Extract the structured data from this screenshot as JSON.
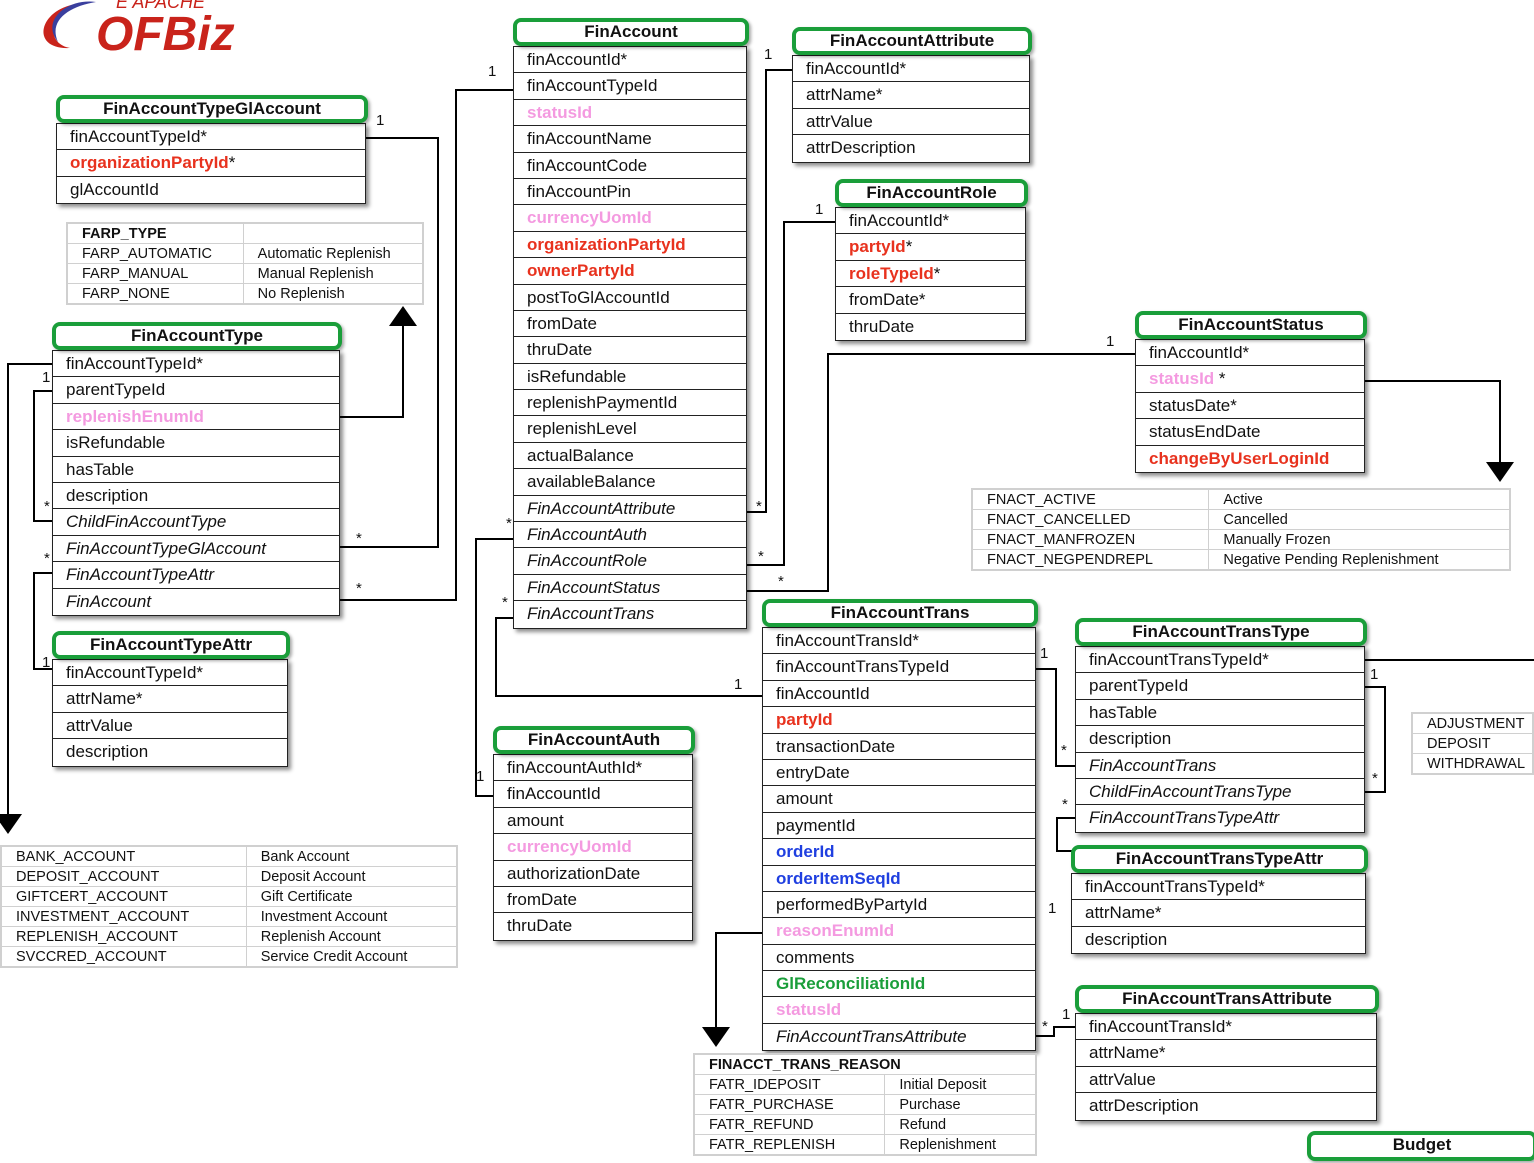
{
  "logo": {
    "small_text": "E APACHE",
    "brand_text": "OFBiz"
  },
  "entities": {
    "finAccountTypeGlAccount": {
      "title": "FinAccountTypeGlAccount",
      "rows": [
        {
          "text": "finAccountTypeId*"
        },
        {
          "text": "organizationPartyId",
          "suffix": "*"
        },
        {
          "text": "glAccountId"
        }
      ]
    },
    "finAccountType": {
      "title": "FinAccountType",
      "rows": [
        "finAccountTypeId*",
        "parentTypeId",
        "replenishEnumId",
        "isRefundable",
        "hasTable",
        "description",
        "ChildFinAccountType",
        "FinAccountTypeGlAccount",
        "FinAccountTypeAttr",
        "FinAccount"
      ]
    },
    "finAccountTypeAttr": {
      "title": "FinAccountTypeAttr",
      "rows": [
        "finAccountTypeId*",
        "attrName*",
        "attrValue",
        "description"
      ]
    },
    "finAccount": {
      "title": "FinAccount",
      "rows": [
        "finAccountId*",
        "finAccountTypeId",
        "statusId",
        "finAccountName",
        "finAccountCode",
        "finAccountPin",
        "currencyUomId",
        "organizationPartyId",
        "ownerPartyId",
        "postToGlAccountId",
        "fromDate",
        "thruDate",
        "isRefundable",
        "replenishPaymentId",
        "replenishLevel",
        "actualBalance",
        "availableBalance",
        "FinAccountAttribute",
        "FinAccountAuth",
        "FinAccountRole",
        "FinAccountStatus",
        "FinAccountTrans"
      ]
    },
    "finAccountAttribute": {
      "title": "FinAccountAttribute",
      "rows": [
        "finAccountId*",
        "attrName*",
        "attrValue",
        "attrDescription"
      ]
    },
    "finAccountRole": {
      "title": "FinAccountRole",
      "rows": [
        "finAccountId*",
        "partyId",
        "roleTypeId",
        "fromDate*",
        "thruDate"
      ]
    },
    "finAccountStatus": {
      "title": "FinAccountStatus",
      "rows": [
        "finAccountId*",
        "statusId",
        "statusDate*",
        "statusEndDate",
        "changeByUserLoginId"
      ]
    },
    "finAccountAuth": {
      "title": "FinAccountAuth",
      "rows": [
        "finAccountAuthId*",
        "finAccountId",
        "amount",
        "currencyUomId",
        "authorizationDate",
        "fromDate",
        "thruDate"
      ]
    },
    "finAccountTrans": {
      "title": "FinAccountTrans",
      "rows": [
        "finAccountTransId*",
        "finAccountTransTypeId",
        "finAccountId",
        "partyId",
        "transactionDate",
        "entryDate",
        "amount",
        "paymentId",
        "orderId",
        "orderItemSeqId",
        "performedByPartyId",
        "reasonEnumId",
        "comments",
        "GlReconciliationId",
        "statusId",
        "FinAccountTransAttribute"
      ]
    },
    "finAccountTransType": {
      "title": "FinAccountTransType",
      "rows": [
        "finAccountTransTypeId*",
        "parentTypeId",
        "hasTable",
        "description",
        "FinAccountTrans",
        "ChildFinAccountTransType",
        "FinAccountTransTypeAttr"
      ]
    },
    "finAccountTransTypeAttr": {
      "title": "FinAccountTransTypeAttr",
      "rows": [
        "finAccountTransTypeId*",
        "attrName*",
        "description"
      ]
    },
    "finAccountTransAttribute": {
      "title": "FinAccountTransAttribute",
      "rows": [
        "finAccountTransId*",
        "attrName*",
        "attrValue",
        "attrDescription"
      ]
    },
    "budget": {
      "title": "Budget"
    }
  },
  "star": "*",
  "enums": {
    "farpType": {
      "header": "FARP_TYPE",
      "rows": [
        [
          "FARP_AUTOMATIC",
          "Automatic Replenish"
        ],
        [
          "FARP_MANUAL",
          "Manual Replenish"
        ],
        [
          "FARP_NONE",
          "No Replenish"
        ]
      ]
    },
    "fnactStatus": {
      "rows": [
        [
          "FNACT_ACTIVE",
          "Active"
        ],
        [
          "FNACT_CANCELLED",
          "Cancelled"
        ],
        [
          "FNACT_MANFROZEN",
          "Manually Frozen"
        ],
        [
          "FNACT_NEGPENDREPL",
          "Negative Pending Replenishment"
        ]
      ]
    },
    "accountTypes": {
      "rows": [
        [
          "BANK_ACCOUNT",
          "Bank Account"
        ],
        [
          "DEPOSIT_ACCOUNT",
          "Deposit Account"
        ],
        [
          "GIFTCERT_ACCOUNT",
          "Gift Certificate"
        ],
        [
          "INVESTMENT_ACCOUNT",
          "Investment Account"
        ],
        [
          "REPLENISH_ACCOUNT",
          "Replenish Account"
        ],
        [
          "SVCCRED_ACCOUNT",
          "Service Credit Account"
        ]
      ]
    },
    "transReason": {
      "header": "FINACCT_TRANS_REASON",
      "rows": [
        [
          "FATR_IDEPOSIT",
          "Initial Deposit"
        ],
        [
          "FATR_PURCHASE",
          "Purchase"
        ],
        [
          "FATR_REFUND",
          "Refund"
        ],
        [
          "FATR_REPLENISH",
          "Replenishment"
        ]
      ]
    },
    "transTypes": {
      "rows": [
        "ADJUSTMENT",
        "DEPOSIT",
        "WITHDRAWAL"
      ]
    }
  },
  "cardinality": {
    "one": "1",
    "many": "*"
  }
}
